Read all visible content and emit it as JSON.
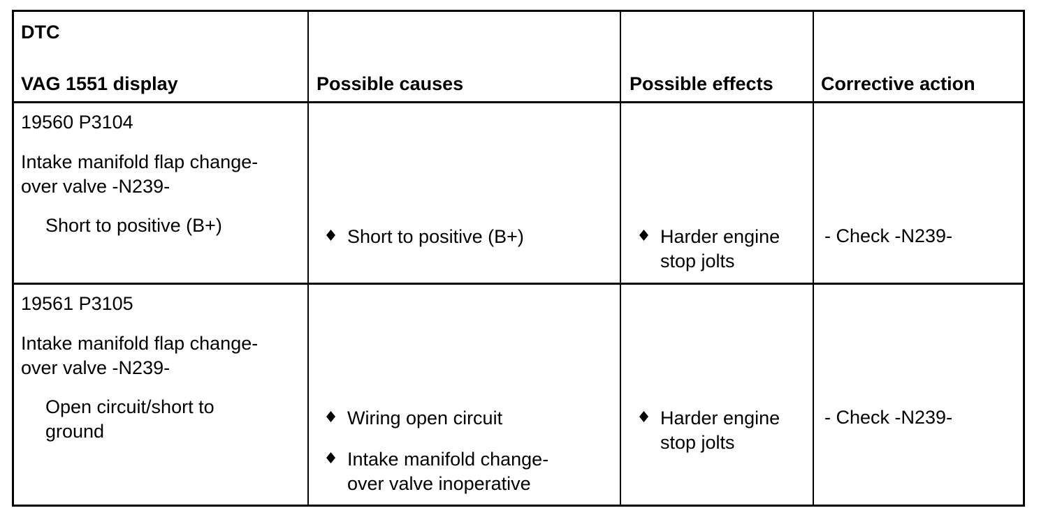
{
  "header": {
    "col1_line1": "DTC",
    "col1_line2": "VAG 1551 display",
    "col2": "Possible causes",
    "col3": "Possible effects",
    "col4": "Corrective action"
  },
  "rows": [
    {
      "code": "19560 P3104",
      "component_line1": "Intake manifold flap change-",
      "component_line2": "over valve -N239-",
      "fault_line1": "Short to positive (B+)",
      "causes": [
        {
          "line1": "Short to positive (B+)"
        }
      ],
      "effects": [
        {
          "line1": "Harder engine",
          "line2": "stop jolts"
        }
      ],
      "action": "- Check -N239-"
    },
    {
      "code": "19561 P3105",
      "component_line1": "Intake manifold flap change-",
      "component_line2": "over valve -N239-",
      "fault_line1": "Open circuit/short to",
      "fault_line2": "ground",
      "causes": [
        {
          "line1": "Wiring open circuit"
        },
        {
          "line1": "Intake manifold change-",
          "line2": "over valve inoperative"
        }
      ],
      "effects": [
        {
          "line1": "Harder engine",
          "line2": "stop jolts"
        }
      ],
      "action": "- Check -N239-"
    }
  ]
}
